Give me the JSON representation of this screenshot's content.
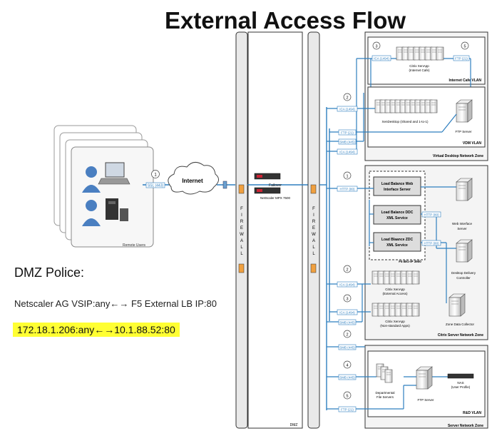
{
  "title": "External Access Flow",
  "dmz": {
    "heading": "DMZ Police:",
    "rule": "Netscaler AG VSIP:any←→ F5 External LB IP:80",
    "highlight": "172.18.1.206:any←→10.1.88.52:80"
  },
  "colors": {
    "flow": "#2f7fbf",
    "highlight": "#ffff33",
    "firewall": "#e9e9e9",
    "zone": "#f4f4f4"
  },
  "remote": {
    "label": "Remote Users",
    "ssl": "SSL (443)",
    "step": "1"
  },
  "internet": "Internet",
  "netscaler": {
    "failover": "Failover",
    "model": "NetScaler MPX 7500"
  },
  "firewall_letters": [
    "F",
    "I",
    "R",
    "E",
    "W",
    "A",
    "L",
    "L"
  ],
  "dmz_label": "DMZ",
  "vdi_zone": {
    "title": "Virtual Desktop Network Zone",
    "cafe": {
      "title": "Internet Cafe VLAN",
      "step_a": "3",
      "step_b": "5",
      "ica": "ICA (1494)",
      "ftp": "FTP (21)",
      "label_1": "Citrix XenApp",
      "label_2": "(Internet Cafe)"
    },
    "vdm": {
      "title": "VDM VLAN",
      "label": "XenDesktop (Shared and 1-to-1)",
      "ftp_server": "FTP Server"
    }
  },
  "vdi_flows": {
    "step": "2",
    "ica": "ICA (1494)",
    "ftp": "FTP (21)",
    "smb": "SMB (445)",
    "ica2": "ICA (1494)"
  },
  "server_zone": {
    "title": "Citrix Server Network Zone",
    "f5": "F5 BIG-IP 3900",
    "lb_web_1": "Load Balance Web",
    "lb_web_2": "Interface Server",
    "lb_ddc_1": "Load Balance DDC",
    "lb_ddc_2": "XML Service",
    "lb_zdc_1": "Load Blaance ZDC",
    "lb_zdc_2": "XML Service",
    "http": "HTTP (80)",
    "step1": "1",
    "web_interface_1": "Web Interface",
    "web_interface_2": "Server",
    "ddc_1": "Desktop Delivery",
    "ddc_2": "Controller",
    "zdc": "Zone Data Collector",
    "xa_ext_1": "Citrix XenApp",
    "xa_ext_2": "(External Access)",
    "xa_ns_1": "Citrix XenApp",
    "xa_ns_2": "(Non-standard Apps)",
    "step2": "2",
    "step3": "3",
    "ica": "ICA (1494)",
    "smb": "SMB (445)"
  },
  "rd_zone": {
    "title": "Server Network Zone",
    "vlan": "R&D VLAN",
    "step2": "2",
    "step4": "4",
    "step5": "5",
    "smb": "SMB (445)",
    "ftp": "FTP (21)",
    "file_1": "Departmental",
    "file_2": "File Servers",
    "ftp_server": "FTP Server",
    "nas_1": "NAS",
    "nas_2": "(User Profile)"
  }
}
